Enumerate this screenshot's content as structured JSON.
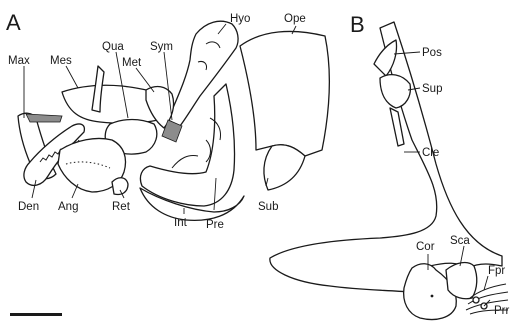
{
  "panels": {
    "a": "A",
    "b": "B"
  },
  "labels_a": {
    "max": "Max",
    "mes": "Mes",
    "qua": "Qua",
    "met": "Met",
    "sym": "Sym",
    "hyo": "Hyo",
    "ope": "Ope",
    "den": "Den",
    "ang": "Ang",
    "ret": "Ret",
    "int": "Int",
    "pre": "Pre",
    "sub": "Sub"
  },
  "labels_b": {
    "pos": "Pos",
    "sup": "Sup",
    "cle": "Cle",
    "cor": "Cor",
    "sca": "Sca",
    "fpr": "Fpr",
    "prr": "Prr"
  },
  "colors": {
    "line": "#1a1a1a",
    "shade": "#8c8c8c",
    "background": "#ffffff"
  }
}
